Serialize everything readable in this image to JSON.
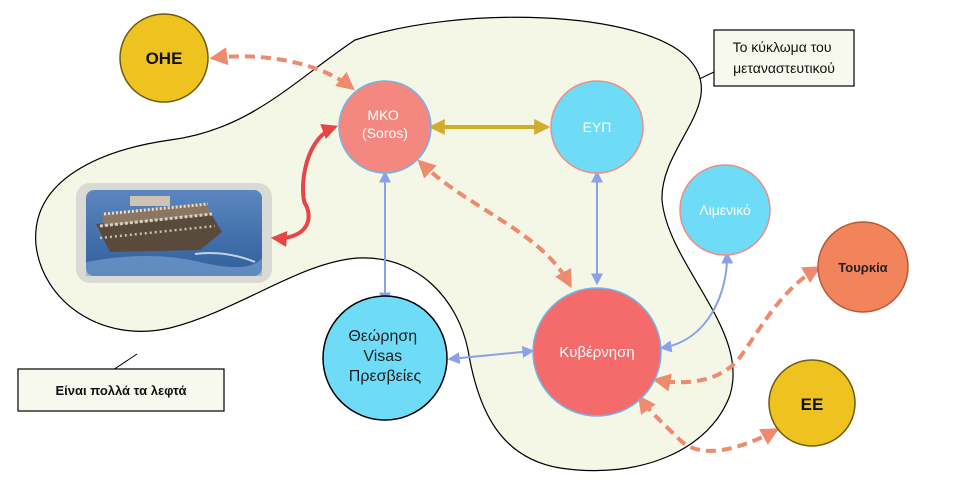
{
  "callouts": {
    "circuit": [
      "Το κύκλωμα του",
      "μεταναστευτικού"
    ],
    "money": "Είναι πολλά τα λεφτά"
  },
  "nodes": {
    "ohe": [
      "ΟΗΕ"
    ],
    "mko": [
      "ΜΚΟ",
      "(Soros)"
    ],
    "eyp": [
      "ΕΥΠ"
    ],
    "limeniko": [
      "Λιμενικό"
    ],
    "tourkia": [
      "Τουρκία"
    ],
    "theorisi": [
      "Θεώρηση",
      "Visas",
      "Πρεσβείες"
    ],
    "kyvernisi": [
      "Κυβέρνηση"
    ],
    "ee": [
      "ΕΕ"
    ]
  },
  "colors": {
    "region_fill": "#f4f6e6",
    "salmon": "#f4877f",
    "cyan": "#6fdcf7",
    "orange": "#f2845c",
    "gold": "#eec31f",
    "red_node": "#f56b6b",
    "arrow_dashed": "#ee8a6d",
    "arrow_red": "#e84545",
    "arrow_gold": "#d3ac2e",
    "arrow_blue": "#8aa0ea"
  },
  "icons": {
    "photo": "migrant-boat-photo"
  }
}
